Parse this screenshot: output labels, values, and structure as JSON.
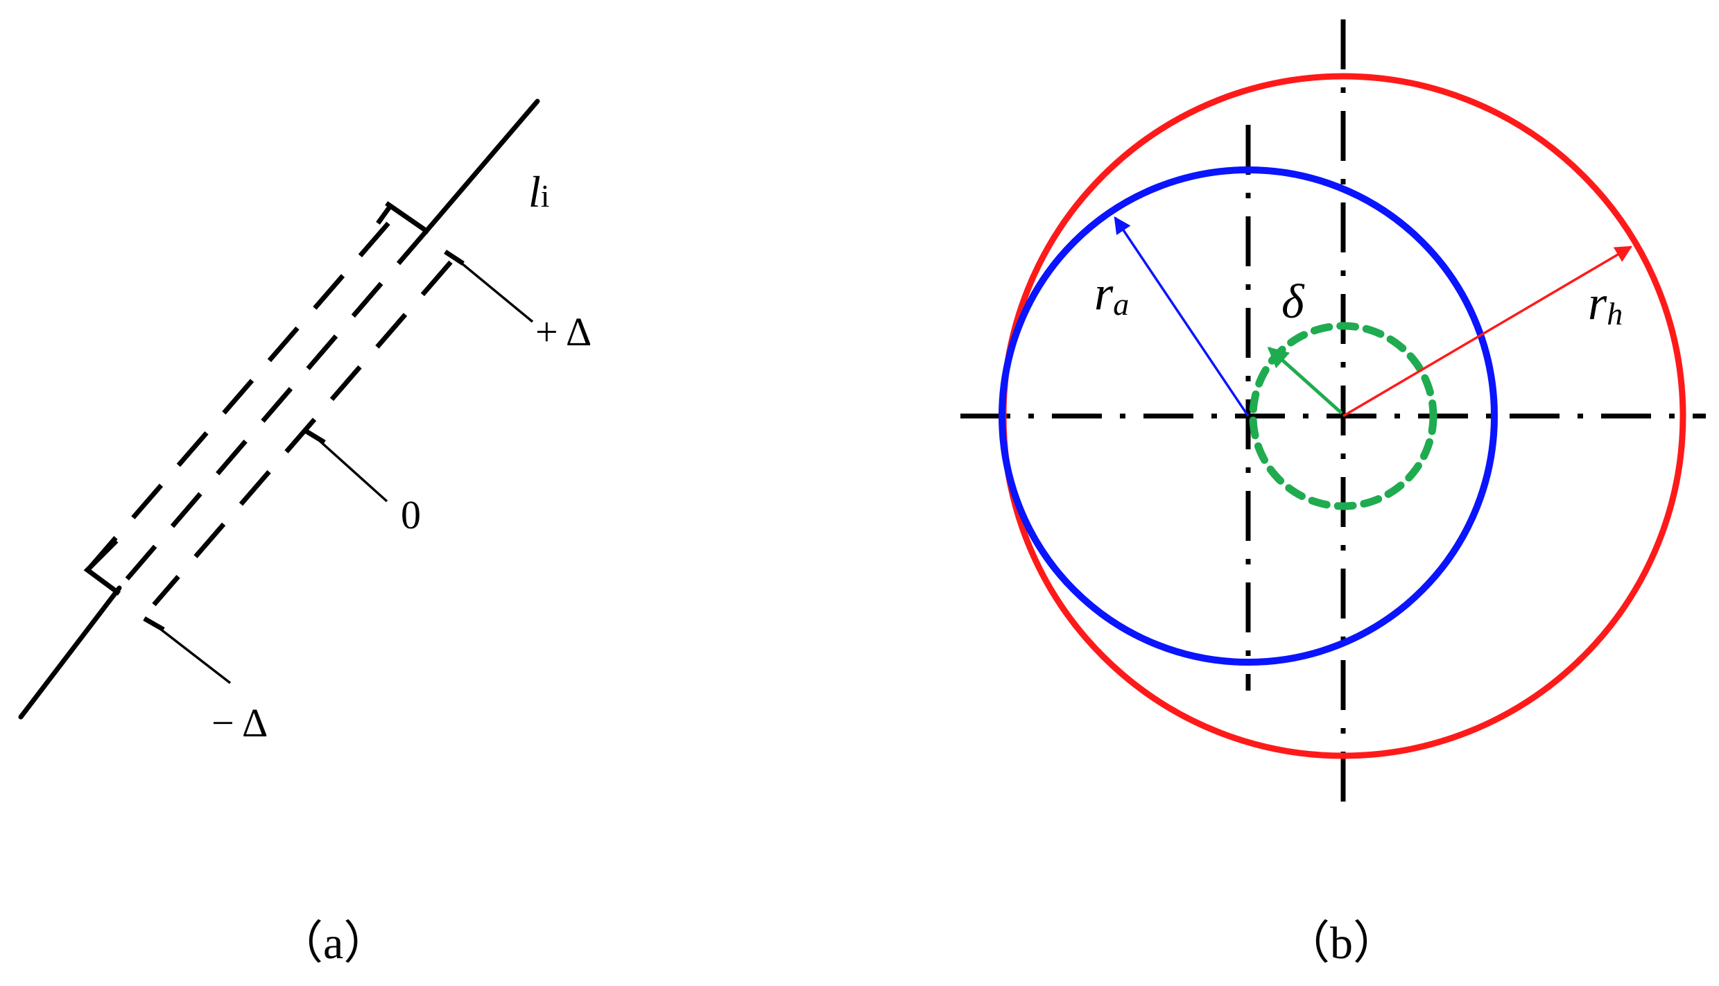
{
  "panel_a": {
    "line_symbol": "l",
    "line_subscript": "i",
    "label_plus": "+ Δ",
    "label_zero": "0",
    "label_minus": "− Δ",
    "caption": "（a）"
  },
  "panel_b": {
    "radius_a_symbol": "r",
    "radius_a_subscript": "a",
    "radius_h_symbol": "r",
    "radius_h_subscript": "h",
    "eccentricity_symbol": "δ",
    "caption": "（b）"
  },
  "colors": {
    "outer_circle": "#ff1a1a",
    "inner_circle": "#0a14ff",
    "eccentricity_circle": "#1fab4f",
    "construction_lines": "#000000"
  }
}
